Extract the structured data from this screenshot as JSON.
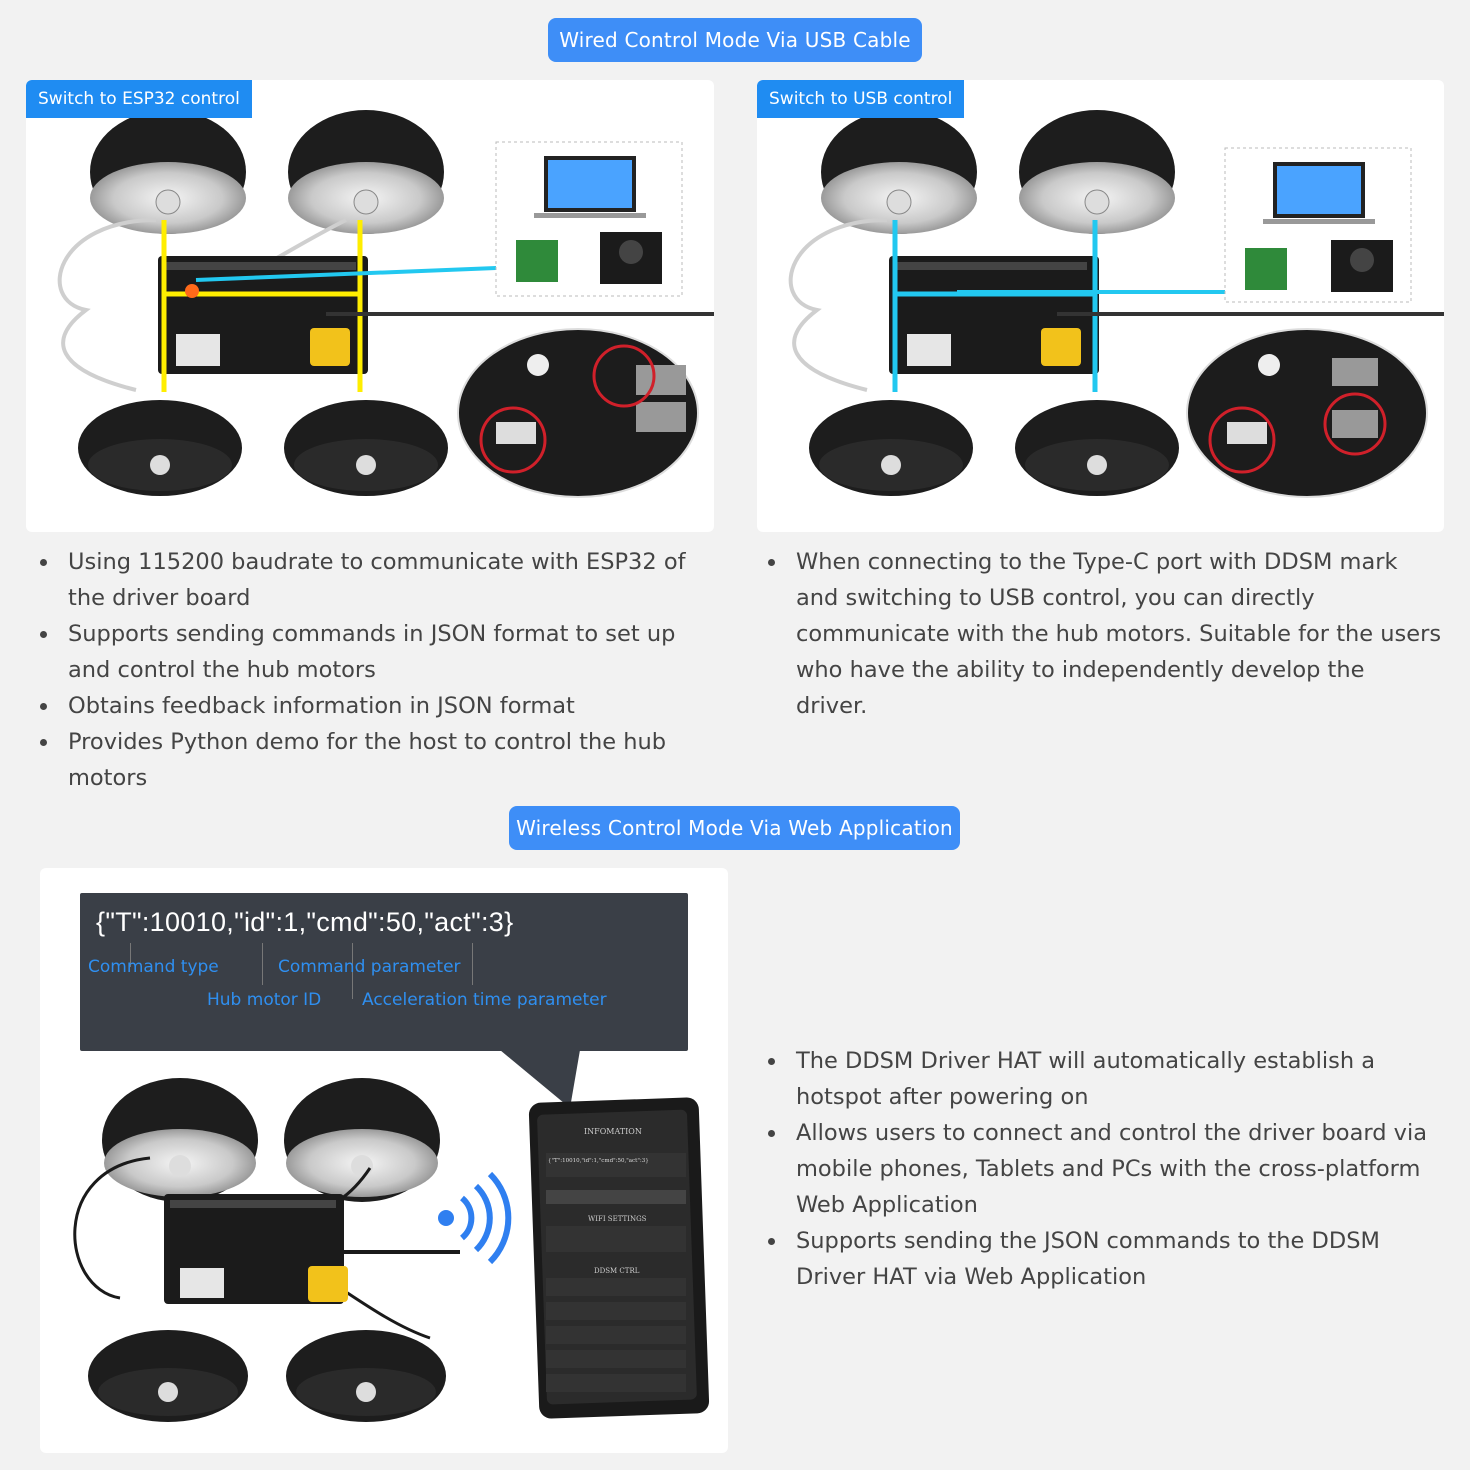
{
  "wired": {
    "title": "Wired Control Mode Via USB Cable",
    "left": {
      "tag": "Switch to ESP32 control",
      "bullets": [
        "Using 115200 baudrate to communicate with ESP32 of the driver board",
        "Supports sending commands in JSON format to set up and control the hub motors",
        "Obtains feedback information in JSON format",
        "Provides Python demo for the host to control the hub motors"
      ]
    },
    "right": {
      "tag": "Switch to USB control",
      "bullets": [
        "When connecting to the Type-C port with DDSM mark and switching to USB control, you can directly communicate with the hub motors. Suitable for the users who have the ability to independently develop the driver."
      ]
    }
  },
  "wireless": {
    "title": "Wireless Control Mode Via Web Application",
    "code": "{\"T\":10010,\"id\":1,\"cmd\":50,\"act\":3}",
    "labels": {
      "command_type": "Command type",
      "command_parameter": "Command parameter",
      "hub_motor_id": "Hub motor ID",
      "acceleration": "Acceleration time parameter"
    },
    "phone": {
      "header": "INFOMATION",
      "json_line": "{\"T\":10010,\"id\":1,\"cmd\":50,\"act\":3}",
      "wifi": "WIFI SETTINGS",
      "ddsm": "DDSM CTRL"
    },
    "bullets": [
      "The DDSM Driver HAT will automatically establish a hotspot after powering on",
      "Allows users to connect and control the driver board via mobile phones, Tablets and PCs with the cross-platform Web Application",
      "Supports sending the JSON commands to the DDSM Driver HAT via Web Application"
    ]
  },
  "colors": {
    "accent": "#3e8ef7",
    "esp32_path": "#ffee00",
    "usb_path": "#22c8f0",
    "highlight_ring": "#d0202a"
  }
}
